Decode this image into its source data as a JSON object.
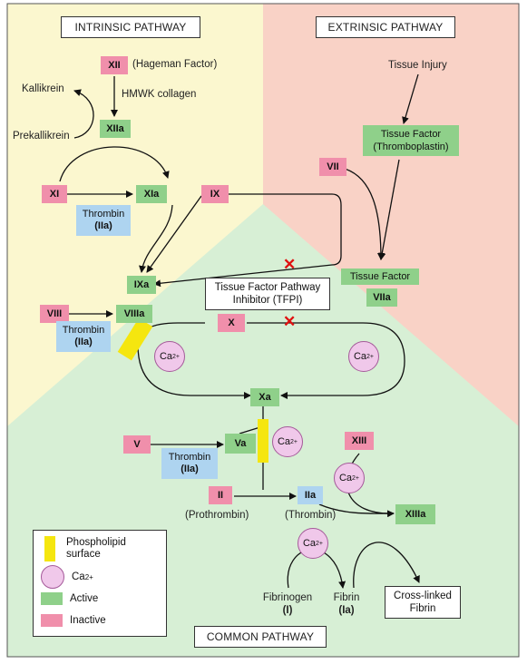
{
  "headers": {
    "intrinsic": "INTRINSIC PATHWAY",
    "extrinsic": "EXTRINSIC PATHWAY",
    "common": "COMMON PATHWAY"
  },
  "intrinsic": {
    "xii": "XII",
    "hageman": "(Hageman Factor)",
    "kallikrein": "Kallikrein",
    "hmwk": "HMWK collagen",
    "prekallikrein": "Prekallikrein",
    "xiia": "XIIa",
    "xi": "XI",
    "xia": "XIa",
    "thrombin1": "Thrombin",
    "thrombin1_code": "(IIa)",
    "ix": "IX",
    "ixa": "IXa",
    "viii": "VIII",
    "viiia": "VIIIa",
    "thrombin2": "Thrombin",
    "thrombin2_code": "(IIa)"
  },
  "extrinsic": {
    "tissue_injury": "Tissue Injury",
    "tissue_factor_top": "Tissue Factor",
    "thromboplastin": "(Thromboplastin)",
    "vii": "VII",
    "tissue_factor_bottom": "Tissue Factor",
    "viia": "VIIa"
  },
  "tfpi": {
    "line1": "Tissue Factor Pathway",
    "line2": "Inhibitor (TFPI)"
  },
  "common": {
    "x": "X",
    "ca_label": "Ca",
    "ca_sup": "2+",
    "xa": "Xa",
    "v": "V",
    "va": "Va",
    "thrombin3": "Thrombin",
    "thrombin3_code": "(IIa)",
    "xiii": "XIII",
    "ii": "II",
    "prothrombin": "(Prothrombin)",
    "iia": "IIa",
    "thrombin_label": "(Thrombin)",
    "xiiia": "XIIIa",
    "fibrinogen": "Fibrinogen",
    "fibrinogen_code": "(I)",
    "fibrin": "Fibrin",
    "fibrin_code": "(Ia)",
    "crosslinked_1": "Cross-linked",
    "crosslinked_2": "Fibrin"
  },
  "legend": {
    "phospholipid_1": "Phospholipid",
    "phospholipid_2": "surface",
    "ca": "Ca",
    "ca_sup": "2+",
    "active": "Active",
    "inactive": "Inactive"
  },
  "colors": {
    "intrinsic_bg": "#fbf7cf",
    "extrinsic_bg": "#f9d2c6",
    "common_bg": "#d7efd5",
    "inactive": "#f08fab",
    "active": "#8fd08a",
    "thrombin": "#aed4f0",
    "phospholipid": "#f5e60f",
    "calcium": "#f0c8ea",
    "inhibit": "#e01010"
  }
}
